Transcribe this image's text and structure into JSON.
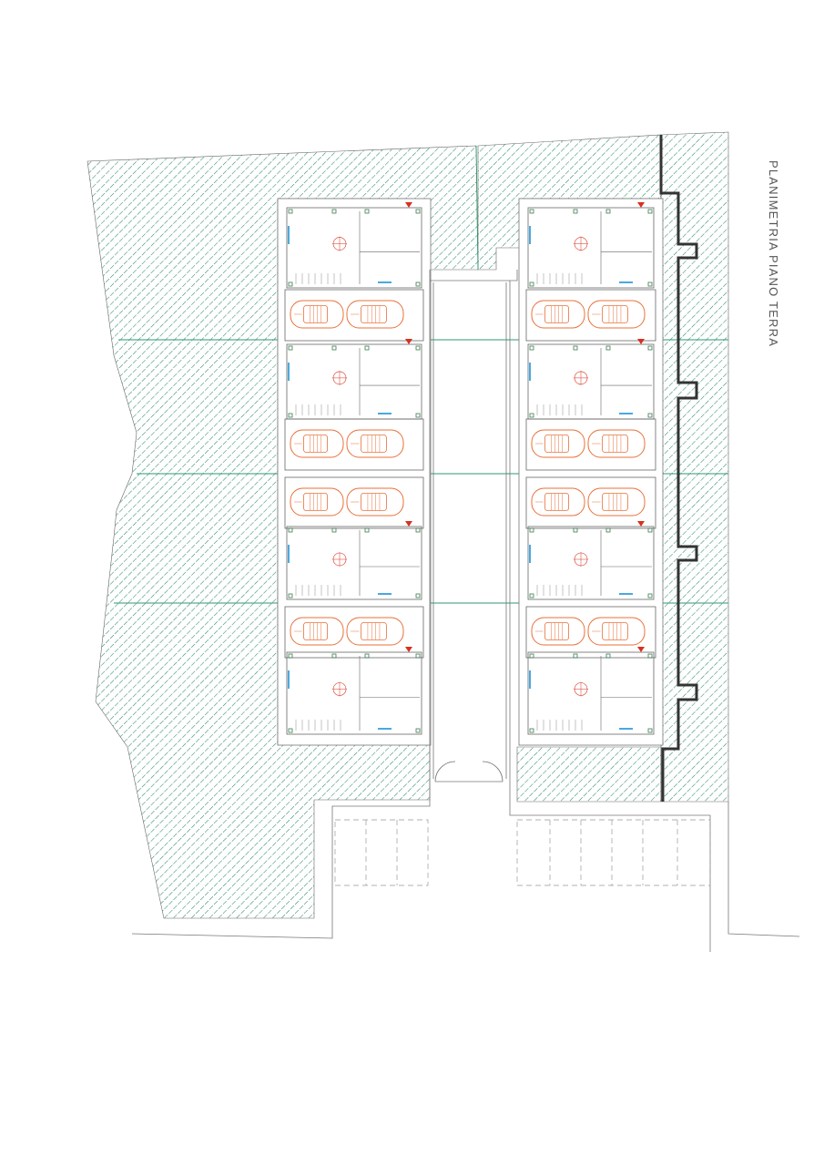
{
  "document": {
    "title": "PLANIMETRIA PIANO TERRA"
  },
  "colors": {
    "hatch": "#2e8b6a",
    "greenLine": "#2e9a6e",
    "car": "#e8703a",
    "wall": "#666666",
    "boundary": "#333333",
    "water": "#4aa8e0",
    "marker": "#d83020"
  },
  "layout_units": {
    "left_column": [
      "garage-with-house-top",
      "house-with-garage",
      "garage-with-house",
      "garage-with-house-bottom"
    ],
    "right_column": [
      "garage-with-house-top",
      "house-with-garage",
      "garage-with-house",
      "garage-with-house-bottom"
    ]
  }
}
